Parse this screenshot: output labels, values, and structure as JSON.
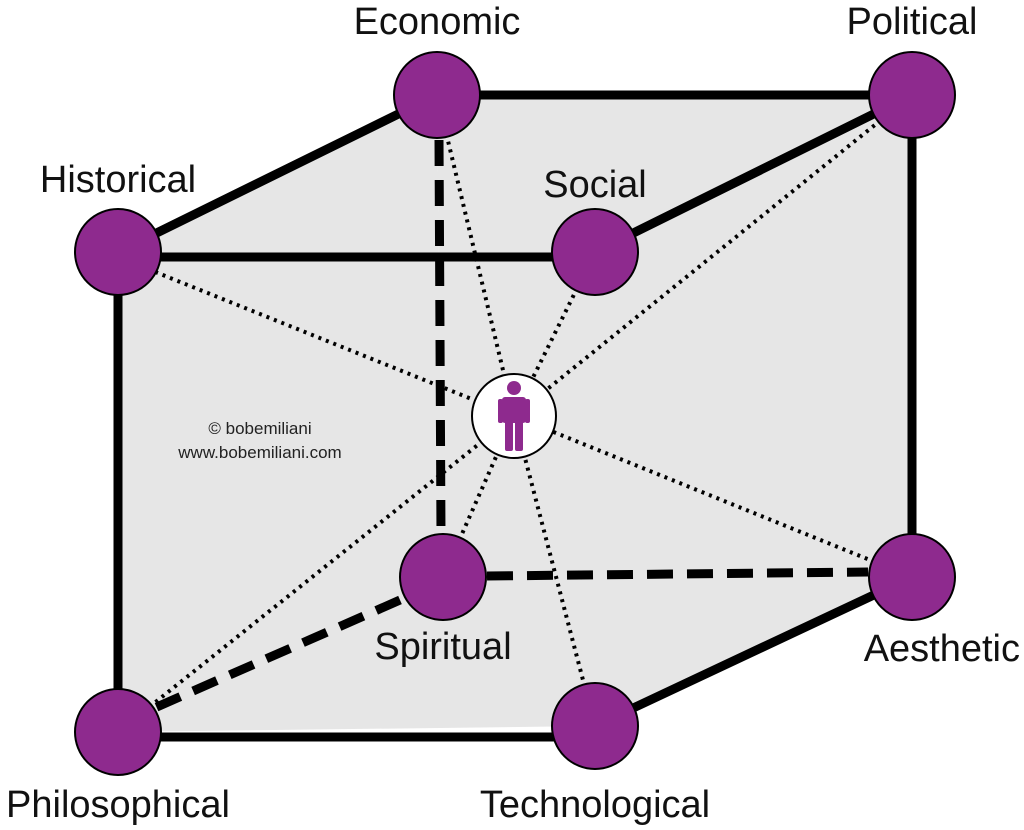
{
  "colors": {
    "node_fill": "#8e2a8e",
    "face_fill": "#e6e6e6",
    "edge": "#000000",
    "person_icon": "#8e2a8e"
  },
  "center": {
    "icon": "person-icon"
  },
  "nodes": {
    "economic": {
      "label": "Economic"
    },
    "political": {
      "label": "Political"
    },
    "historical": {
      "label": "Historical"
    },
    "social": {
      "label": "Social"
    },
    "spiritual": {
      "label": "Spiritual"
    },
    "aesthetic": {
      "label": "Aesthetic"
    },
    "philosophical": {
      "label": "Philosophical"
    },
    "technological": {
      "label": "Technological"
    }
  },
  "credit": {
    "line1": "© bobemiliani",
    "line2": "www.bobemiliani.com"
  }
}
